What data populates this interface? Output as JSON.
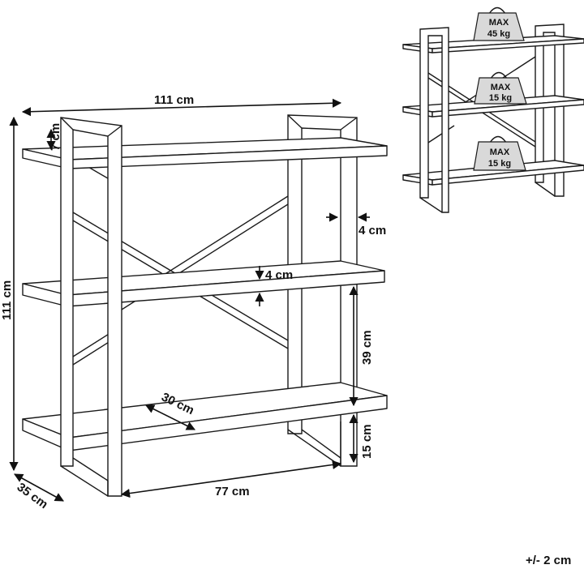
{
  "dimensions": {
    "width": "111 cm",
    "height": "111 cm",
    "depth": "35 cm",
    "top_gap": "7 cm",
    "post_thickness": "4 cm",
    "shelf_thickness": "4 cm",
    "shelf_spacing": "39 cm",
    "bottom_clearance": "15 cm",
    "shelf_depth": "30 cm",
    "inner_width": "77 cm"
  },
  "load": {
    "top": {
      "label": "MAX",
      "value": "45 kg"
    },
    "middle": {
      "label": "MAX",
      "value": "15 kg"
    },
    "bottom": {
      "label": "MAX",
      "value": "15 kg"
    }
  },
  "tolerance": "+/- 2 cm",
  "colors": {
    "line": "#1a1a1a",
    "weight_fill": "#d9d9d9",
    "background": "#ffffff"
  }
}
